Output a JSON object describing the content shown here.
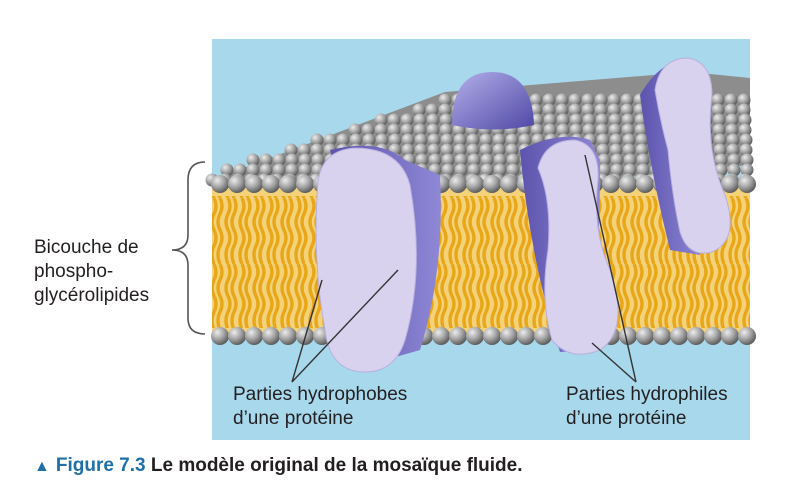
{
  "colors": {
    "background_panel": "#a8d8ec",
    "lipid_head": "#9a9a9a",
    "lipid_tail": "#f2b824",
    "protein_face": "#d9d2ee",
    "protein_side": "#7a72c4",
    "figure_number": "#1f6fa8"
  },
  "labels": {
    "bilayer": [
      "Bicouche de",
      "phospho-",
      "glycérolipides"
    ],
    "hydrophobic": [
      "Parties hydrophobes",
      "d’une protéine"
    ],
    "hydrophilic": [
      "Parties hydrophiles",
      "d’une protéine"
    ]
  },
  "caption": {
    "marker": "▲",
    "figure": "Figure 7.3",
    "title": "Le modèle original de la mosaïque fluide."
  }
}
